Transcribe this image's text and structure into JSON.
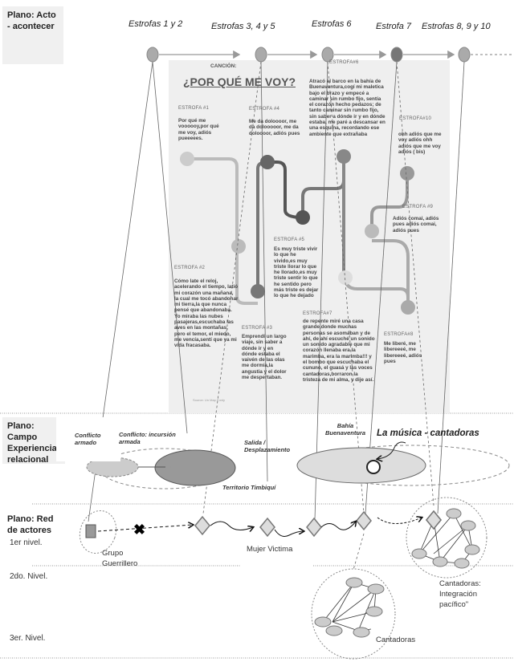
{
  "planes": {
    "acto": "Plano: Acto - acontecer",
    "campo": "Plano: Campo Experiencia relacional",
    "red": "Plano: Red de actores"
  },
  "levels": [
    "1er nivel.",
    "2do. Nivel.",
    "3er. Nivel."
  ],
  "stages": [
    "Estrofas 1 y 2",
    "Estrofas 3, 4 y 5",
    "Estrofas 6",
    "Estrofa 7",
    "Estrofas 8, 9 y 10"
  ],
  "song": {
    "label": "CANCIÓN:",
    "title": "¿POR QUÉ ME VOY?",
    "source": "Source: Un Map Fonty",
    "stanzas": [
      {
        "n": "1",
        "label": "ESTROFA #1",
        "text": "Por qué me voooooy,por qué me voy, adiós pueeeees."
      },
      {
        "n": "2",
        "label": "ESTROFA #2",
        "text": "Cómo late el reloj, acelerando el tiempo, latió mi corazón una mañana, la cual me tocó abandonar mi tierra,la que nunca pensé que abandonaba. Yo miraba las nubes pasajeras,escuchaba las aves en las montañas, pero el temor, el miedo, me vencía,sentí que ya mi vida fracasaba."
      },
      {
        "n": "3",
        "label": "ESTROFA #3",
        "text": "Emprendí un largo viaje, sin saber a dónde ir y en dónde estaba el vaivén de las olas me dormía,la angustia y el dolor me despertaban."
      },
      {
        "n": "4",
        "label": "ESTROFA #4",
        "text": "Me da doloooor, me da dolooooor, me da doloooor, adiós pues"
      },
      {
        "n": "5",
        "label": "ESTROFA #5",
        "text": "Es muy triste vivir lo que he vivido,es muy triste llorar lo que he llorado,es muy triste sentir lo que he sentido pero más triste es dejar lo que he dejado"
      },
      {
        "n": "6",
        "label": "ESTROFA#6",
        "text": "Atracó el barco en la bahía de Buenaventura,cogí mi maletica bajo el brazo y empecé a caminar sin rumbo fijo, sentía el corazón hecho pedazos; de tanto caminar sin rumbo fijo, sin saber a dónde ir y en dónde estaba, me paré a descansar en una esquina, recordando ese ambiente que extrañaba"
      },
      {
        "n": "7",
        "label": "ESTROFA#7",
        "text": "de repente miré una casa grande,donde muchas personas se asomaban y de ahí, de ahí escuché un sonido un sonido agradable que mi corazón llenaba era la marimba, era la marimba!!! y el bombo que escuchaba el cununo, el guasá y las voces cantadoras,borraron la tristeza de mi alma, y dije así."
      },
      {
        "n": "8",
        "label": "ESTROFA#8",
        "text": "Me liberé, me libereeeé, me libereeeé, adiós pues"
      },
      {
        "n": "9",
        "label": "ESTROFA #9",
        "text": "Adiós comai, adiós pues adiós comai, adiós pues"
      },
      {
        "n": "10",
        "label": "ESTROFA#10",
        "text": "ohh adiós que me voy adiós ohh adiós que me voy adiós ( bis)"
      }
    ]
  },
  "campo": {
    "conflicto_armado": "Conflicto armado",
    "incursion": "Conflicto: incursión armada",
    "salida": "Salida / Desplazamiento",
    "territorio": "Territorio Timbiquí",
    "bahia": "Bahía Buenaventura",
    "musica": "La música - cantadoras"
  },
  "red": {
    "grupo": "Grupo Guerrillero",
    "mujer": "Mujer Victima",
    "cantadoras_integracion": "Cantadoras: Integración pacífico\"",
    "cantadoras": "Cantadoras"
  },
  "colors": {
    "node": "#a8a8a8",
    "dark_node": "#666666",
    "panel": "#efefef",
    "plane_box": "#f0f0f0"
  }
}
